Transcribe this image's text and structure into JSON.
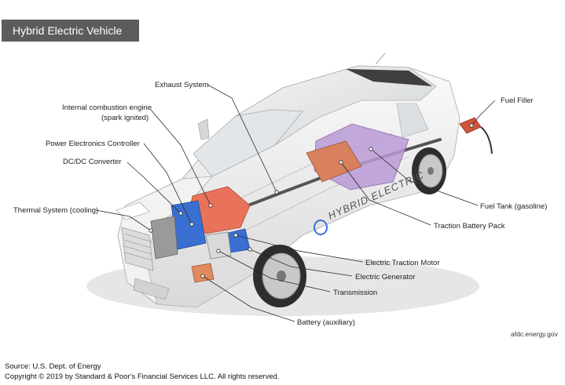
{
  "header": {
    "title": "Hybrid Electric Vehicle"
  },
  "labels": {
    "exhaust_system": "Exhaust System",
    "ice_line1": "Internal combustion engine",
    "ice_line2": "(spark ignited)",
    "power_electronics": "Power Electronics Controller",
    "dcdc": "DC/DC Converter",
    "thermal": "Thermal System (cooling)",
    "fuel_filler": "Fuel Filler",
    "fuel_tank": "Fuel Tank (gasoline)",
    "traction_battery": "Traction Battery Pack",
    "traction_motor": "Electric Traction Motor",
    "generator": "Electric Generator",
    "transmission": "Transmission",
    "battery_aux": "Battery (auxiliary)"
  },
  "car": {
    "side_text": "HYBRID ELECTRIC"
  },
  "credit": "afdc.energy.gov",
  "footer": {
    "source": "Source: U.S. Dept. of Energy",
    "copyright": "Copyright © 2019 by Standard & Poor's Financial Services LLC. All rights reserved."
  },
  "colors": {
    "title_bg": "#5c5c5c",
    "engine": "#e8735a",
    "battery": "#b89ad6",
    "motor": "#3a6fd1",
    "car_body": "#ececec"
  }
}
